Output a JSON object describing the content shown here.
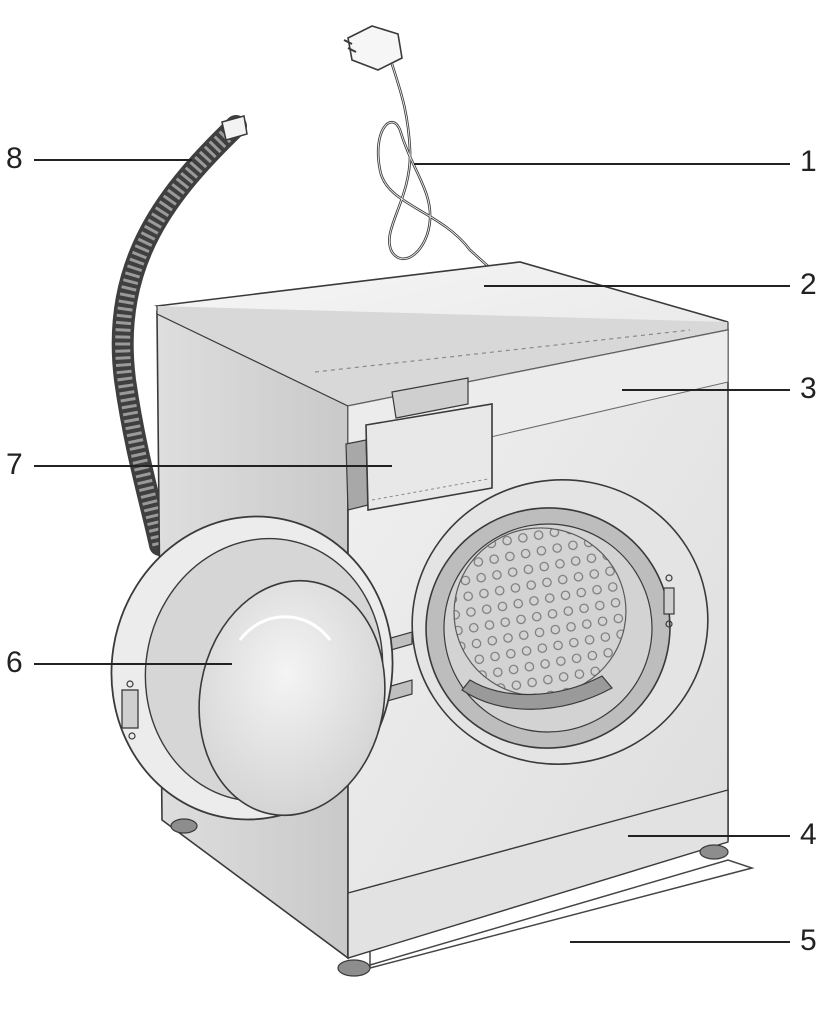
{
  "diagram": {
    "callouts": [
      {
        "id": "1",
        "label": "1"
      },
      {
        "id": "2",
        "label": "2"
      },
      {
        "id": "3",
        "label": "3"
      },
      {
        "id": "4",
        "label": "4"
      },
      {
        "id": "5",
        "label": "5"
      },
      {
        "id": "6",
        "label": "6"
      },
      {
        "id": "7",
        "label": "7"
      },
      {
        "id": "8",
        "label": "8"
      }
    ]
  },
  "colors": {
    "outline": "#3a3a3a",
    "body_light": "#ededed",
    "body_mid": "#dcdcdc",
    "body_dark": "#c6c6c6",
    "hose": "#5a5a5a",
    "leader": "#222222"
  }
}
